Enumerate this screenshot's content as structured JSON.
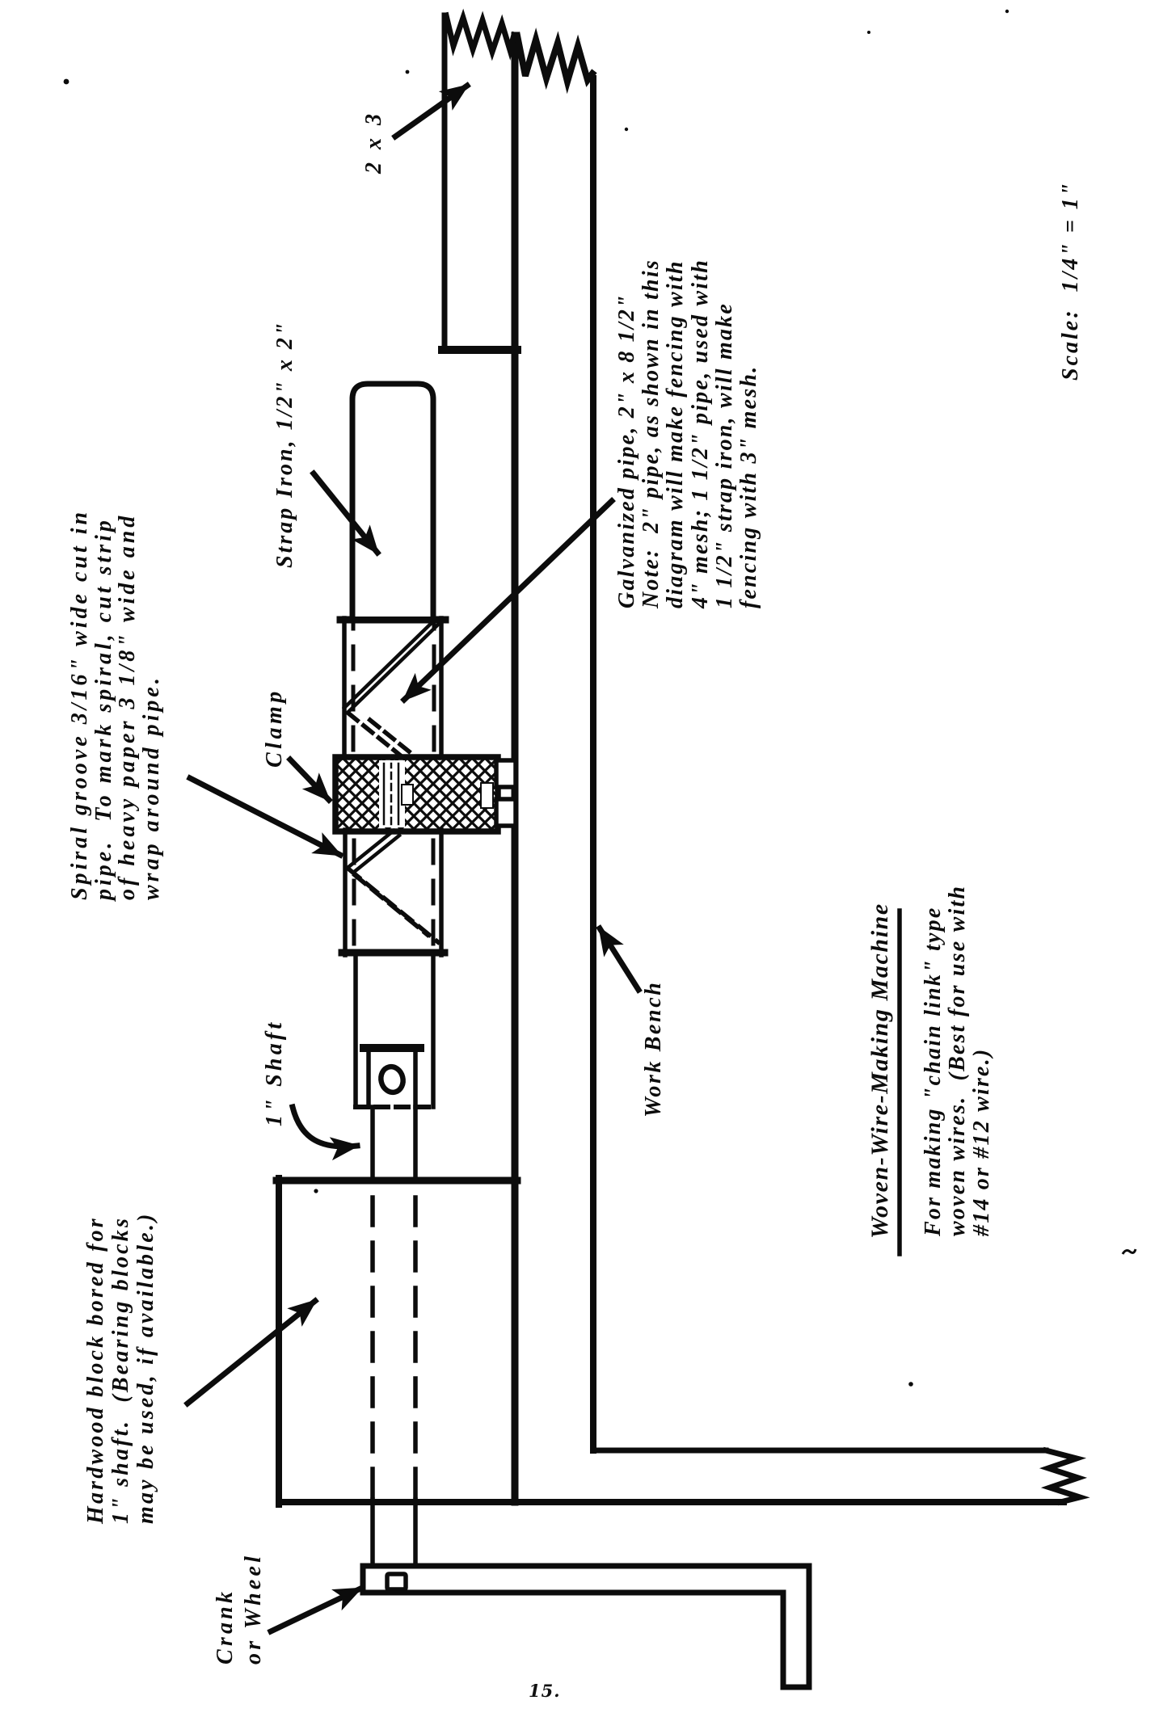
{
  "page": {
    "number": "15."
  },
  "ink_color": "#0c0c0c",
  "paper_color": "#ffffff",
  "title": {
    "text": "Woven-Wire-Making Machine"
  },
  "subtitle": {
    "lines": [
      "For making \"chain link\" type",
      "woven wires.  (Best for use with",
      "#14 or #12 wire.)"
    ]
  },
  "scale_note": "Scale:  1/4\" = 1\"",
  "labels": {
    "spiral_groove": {
      "lines": [
        "Spiral groove 3/16\" wide cut in",
        "pipe.  To mark spiral, cut strip",
        "of heavy paper 3 1/8\" wide and",
        "wrap around pipe."
      ]
    },
    "strap_iron": {
      "text": "Strap Iron, 1/2\" x 2\""
    },
    "clamp": {
      "text": "Clamp"
    },
    "two_by_three": {
      "text": "2 x 3"
    },
    "galvanized_note": {
      "lines": [
        "Galvanized pipe, 2\" x 8 1/2\"",
        "Note:  2\" pipe, as shown in this",
        "diagram will make fencing with",
        "4\" mesh; 1 1/2\" pipe, used with",
        "1 1/2\" strap iron, will make",
        "fencing with 3\" mesh."
      ]
    },
    "work_bench": {
      "text": "Work Bench"
    },
    "hardwood_block": {
      "lines": [
        "Hardwood block bored for",
        "1\" shaft.  (Bearing blocks",
        "may be used, if available.)"
      ]
    },
    "shaft": {
      "text": "1\" Shaft"
    },
    "crank": {
      "lines": [
        "Crank",
        "or Wheel"
      ]
    }
  }
}
